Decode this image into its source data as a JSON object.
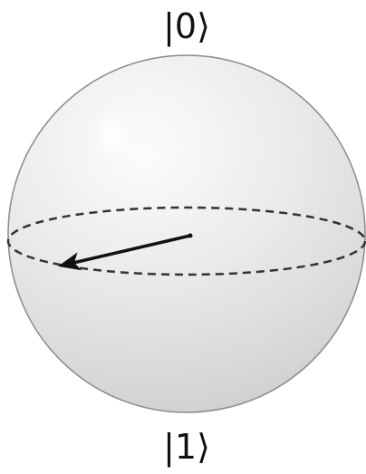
{
  "labels": {
    "top_state": "|0⟩",
    "bottom_state": "|1⟩"
  },
  "colors": {
    "sphere_fill_light": "#fafafa",
    "sphere_fill_mid": "#e6e6e6",
    "sphere_fill_dark": "#cfcfcf",
    "sphere_outline": "#8a8a8a",
    "equator_stroke": "#333333",
    "arrow_color": "#111111",
    "text_color": "#111111"
  },
  "elements": {
    "sphere": "bloch-sphere",
    "equator": "dashed-equator-ellipse",
    "vector": "state-vector-arrow"
  }
}
